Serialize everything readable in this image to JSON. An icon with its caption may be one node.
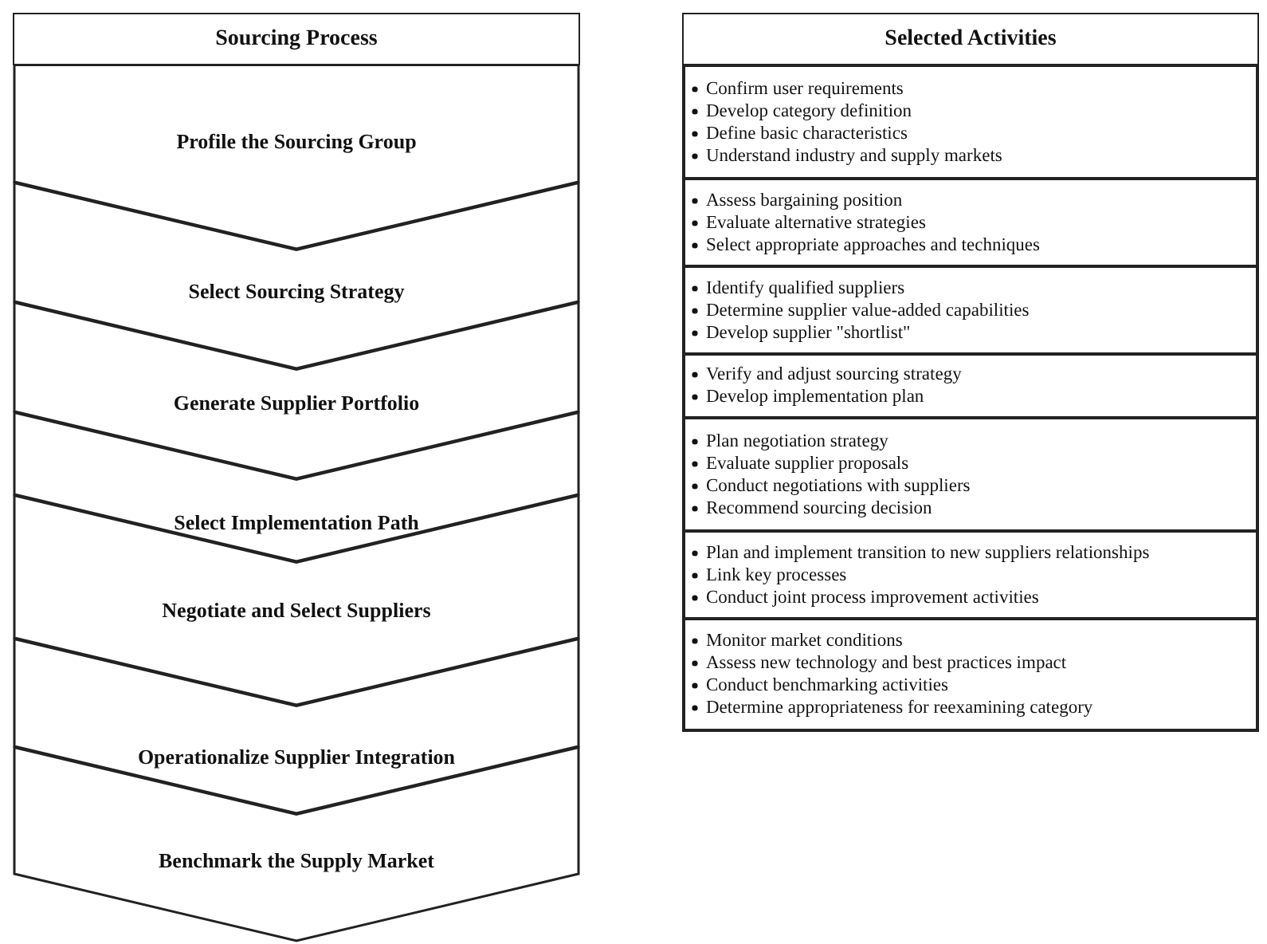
{
  "diagram": {
    "nodes": [
      {
        "text": [
          "Sourcing Process"
        ]
      },
      {
        "text": [
          "Profile the Sourcing Group"
        ]
      },
      {
        "text": [
          "Select Sourcing Strategy"
        ]
      },
      {
        "text": [
          "Generate Supplier Portfolio"
        ]
      },
      {
        "text": [
          "Select Implementation Path"
        ]
      },
      {
        "text": [
          "Negotiate and Select Suppliers"
        ]
      },
      {
        "text": [
          "Operationalize Supplier Integration"
        ]
      },
      {
        "text": [
          "Benchmark the Supply Market"
        ]
      },
      {
        "text": [
          "Selected Activities"
        ]
      },
      {
        "text": [
          "Confirm user requirements",
          "Develop category definition",
          "Define basic characteristics",
          "Understand industry and supply markets"
        ]
      },
      {
        "text": [
          "Assess bargaining position",
          "Evaluate alternative strategies",
          "Select appropriate approaches and techniques"
        ]
      },
      {
        "text": [
          "Identify qualified suppliers",
          "Determine supplier value-added capabilities",
          "Develop supplier \"shortlist\""
        ]
      },
      {
        "text": [
          "Verify and adjust sourcing strategy",
          "Develop implementation plan"
        ]
      },
      {
        "text": [
          "Plan negotiation strategy",
          "Evaluate supplier proposals",
          "Conduct negotiations with suppliers",
          "Recommend sourcing decision"
        ]
      },
      {
        "text": [
          "Plan and implement transition to new suppliers relationships",
          "Link key processes",
          "Conduct joint process improvement activities"
        ]
      },
      {
        "text": [
          "Monitor market conditions",
          "Assess new technology and best practices impact",
          "Conduct benchmarking activities",
          "Determine appropriateness for reexamining category"
        ]
      }
    ],
    "edges": []
  }
}
